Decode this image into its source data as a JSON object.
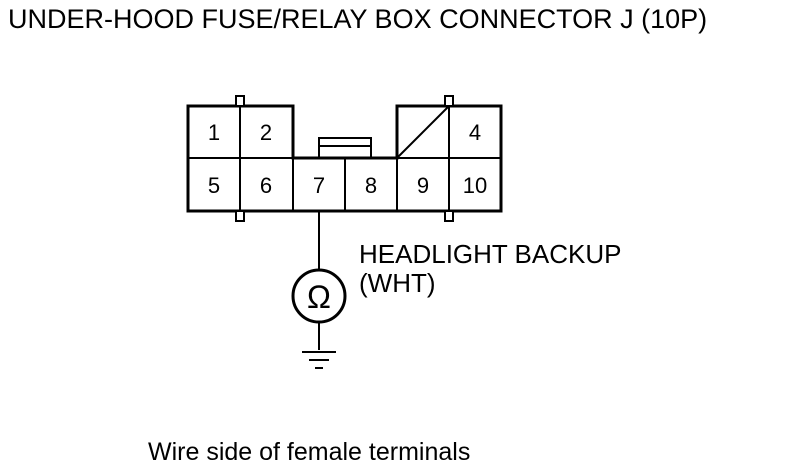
{
  "title": "UNDER-HOOD FUSE/RELAY BOX CONNECTOR J (10P)",
  "connector": {
    "terminals": [
      "1",
      "2",
      "4",
      "5",
      "6",
      "7",
      "8",
      "9",
      "10"
    ]
  },
  "circuit": {
    "name": "HEADLIGHT BACKUP",
    "wire_color": "(WHT)",
    "symbol": "Ω"
  },
  "caption": "Wire side of female terminals"
}
